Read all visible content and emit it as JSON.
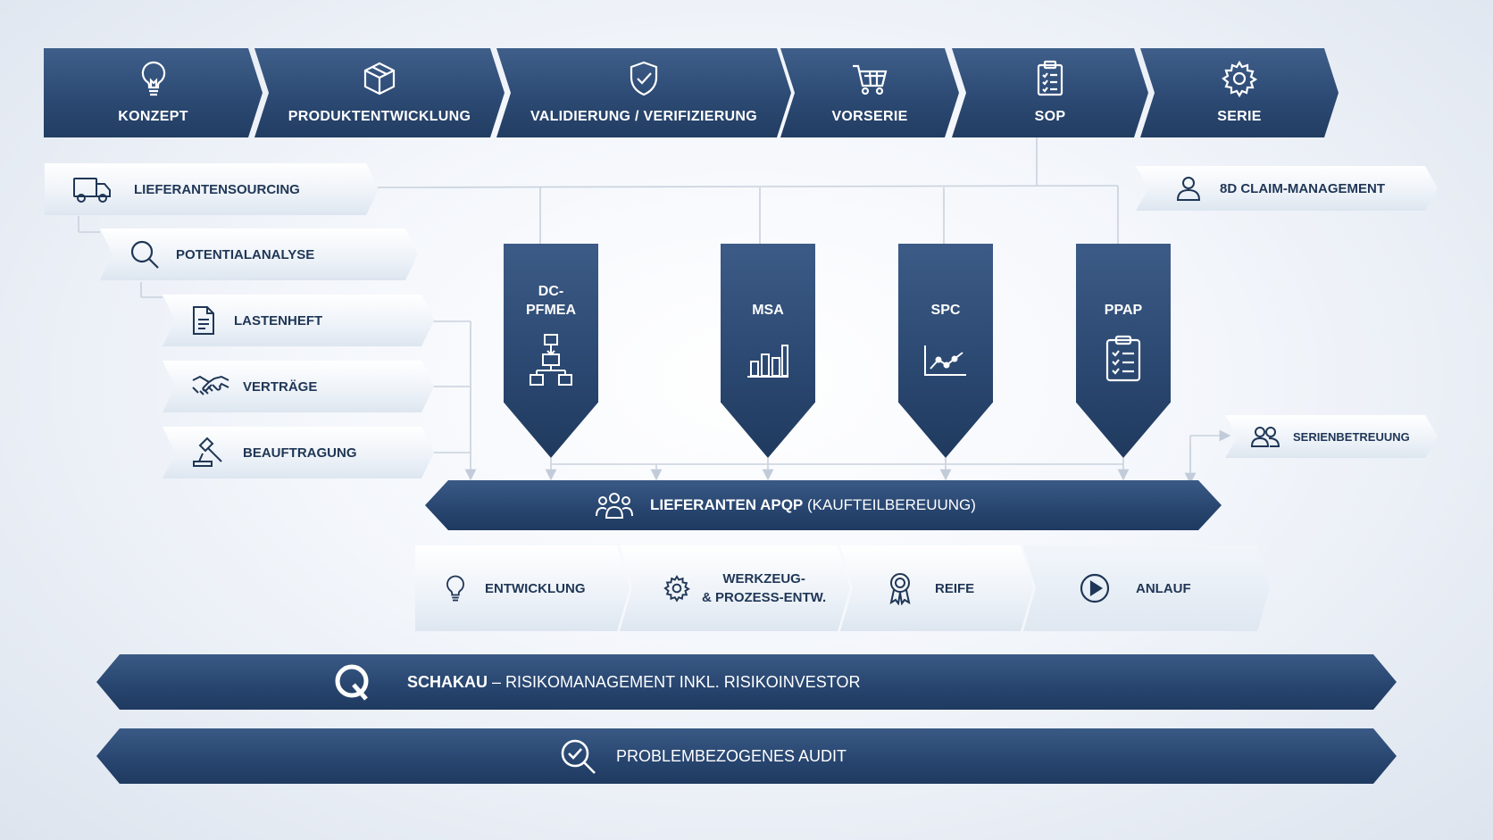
{
  "phases": [
    {
      "label": "KONZEPT",
      "icon": "lightbulb-icon"
    },
    {
      "label": "PRODUKTENTWICKLUNG",
      "icon": "box-icon"
    },
    {
      "label": "VALIDIERUNG / VERIFIZIERUNG",
      "icon": "shield-check-icon"
    },
    {
      "label": "VORSERIE",
      "icon": "cart-icon"
    },
    {
      "label": "SOP",
      "icon": "clipboard-icon"
    },
    {
      "label": "SERIE",
      "icon": "gear-icon"
    }
  ],
  "sourcing": [
    {
      "label": "LIEFERANTENSOURCING",
      "icon": "truck-icon"
    },
    {
      "label": "POTENTIALANALYSE",
      "icon": "search-icon"
    },
    {
      "label": "LASTENHEFT",
      "icon": "document-icon"
    },
    {
      "label": "VERTRÄGE",
      "icon": "handshake-icon"
    },
    {
      "label": "BEAUFTRAGUNG",
      "icon": "gavel-icon"
    }
  ],
  "quality_methods": [
    {
      "label_line1": "DC-",
      "label_line2": "PFMEA",
      "icon": "hierarchy-icon"
    },
    {
      "label_line1": "MSA",
      "label_line2": "",
      "icon": "bar-chart-icon"
    },
    {
      "label_line1": "SPC",
      "label_line2": "",
      "icon": "line-chart-icon"
    },
    {
      "label_line1": "PPAP",
      "label_line2": "",
      "icon": "checklist-icon"
    }
  ],
  "claim": {
    "label": "8D CLAIM-MANAGEMENT",
    "icon": "user-icon"
  },
  "serienbetreuung": {
    "label": "SERIENBETREUUNG",
    "icon": "users-icon"
  },
  "apqp": {
    "label_bold": "LIEFERANTEN APQP",
    "label_rest": "(KAUFTEILBEREUUNG)",
    "icon": "team-icon"
  },
  "apqp_steps": [
    {
      "label_line1": "ENTWICKLUNG",
      "label_line2": "",
      "icon": "lightbulb-icon"
    },
    {
      "label_line1": "WERKZEUG-",
      "label_line2": "& PROZESS-ENTW.",
      "icon": "gear-icon"
    },
    {
      "label_line1": "REIFE",
      "label_line2": "",
      "icon": "award-icon"
    },
    {
      "label_line1": "ANLAUF",
      "label_line2": "",
      "icon": "play-icon"
    }
  ],
  "schakau": {
    "label_bold": "SCHAKAU",
    "dash": "–",
    "label_rest": "RISIKOMANAGEMENT INKL. RISIKOINVESTOR",
    "icon": "q-logo-icon"
  },
  "audit": {
    "label": "PROBLEMBEZOGENES AUDIT",
    "icon": "search-check-icon"
  },
  "colors": {
    "dark": "#284670",
    "light": "#edf2f8",
    "text_dark": "#1f3656"
  }
}
